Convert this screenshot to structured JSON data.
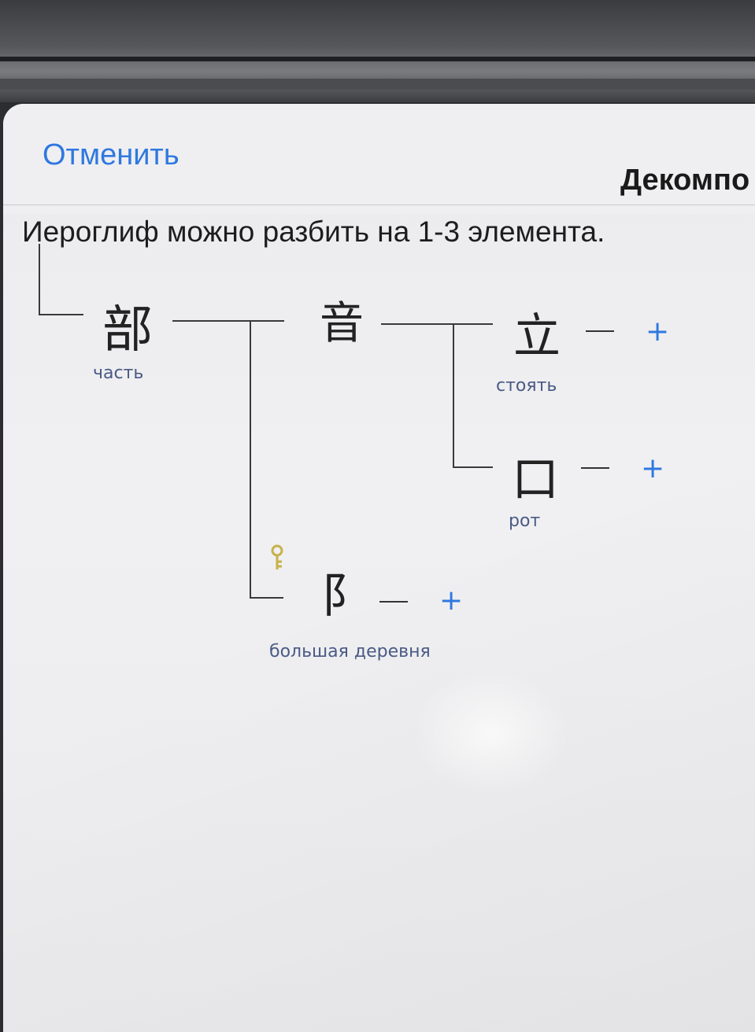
{
  "navbar": {
    "cancel_label": "Отменить",
    "title": "Декомпо"
  },
  "instruction": "Иероглиф можно разбить на 1-3 элемента.",
  "tree": {
    "root": {
      "char": "部",
      "meaning": "часть"
    },
    "sound": {
      "char": "音"
    },
    "stand": {
      "char": "立",
      "meaning": "стоять"
    },
    "mouth": {
      "char": "口",
      "meaning": "рот"
    },
    "village": {
      "char": "阝",
      "meaning": "большая деревня",
      "marker_icon": "key-icon"
    },
    "remove_symbol": "—",
    "add_symbol": "+"
  },
  "colors": {
    "accent": "#2f78e0",
    "label": "#4a5a85",
    "key": "#c7b24a"
  }
}
